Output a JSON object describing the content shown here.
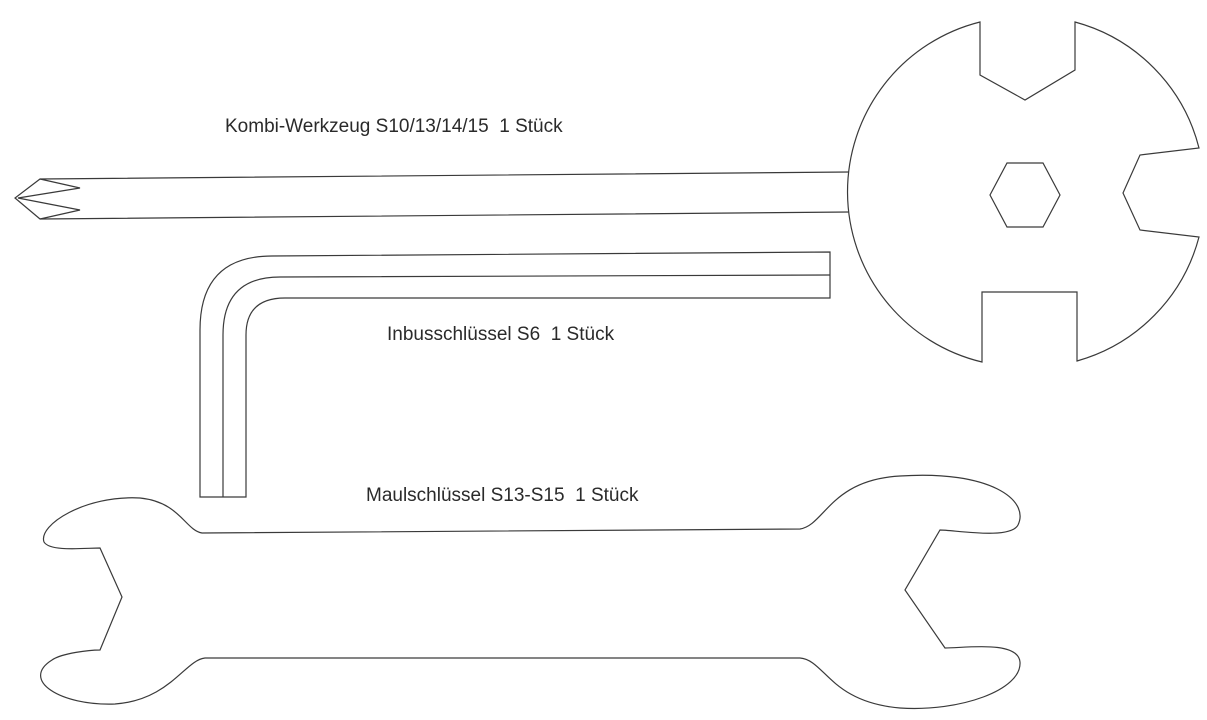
{
  "labels": {
    "kombi": "Kombi-Werkzeug S10/13/14/15  1 Stück",
    "inbus": "Inbusschlüssel S6  1 Stück",
    "maul": "Maulschlüssel S13-S15  1 Stück"
  },
  "colors": {
    "line": "#3a3a3a",
    "text": "#2a2a2a",
    "background": "#ffffff"
  }
}
